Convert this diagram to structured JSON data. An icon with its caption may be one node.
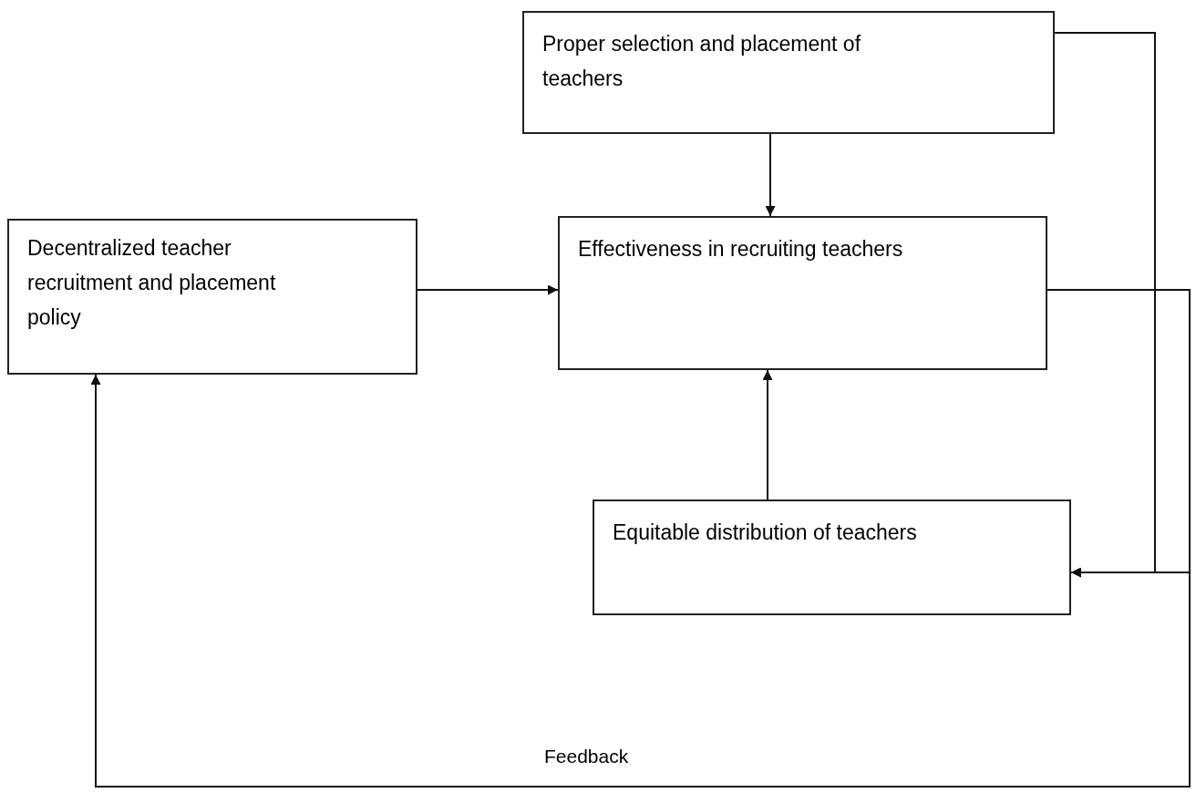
{
  "diagram": {
    "nodes": [
      {
        "text": [
          "Decentralized teacher recruitment and placement policy"
        ]
      },
      {
        "text": [
          "Proper selection and placement of teachers"
        ]
      },
      {
        "text": [
          "Effectiveness in recruiting teachers"
        ]
      },
      {
        "text": [
          "Equitable distribution of teachers"
        ]
      }
    ],
    "edges": [
      {
        "from": 0,
        "to": 2,
        "arrow": "to"
      },
      {
        "from": 1,
        "to": 2,
        "arrow": "to"
      },
      {
        "from": 3,
        "to": 2,
        "arrow": "to"
      },
      {
        "from": 1,
        "to": 3,
        "arrow": "to"
      },
      {
        "from": 2,
        "to": 3,
        "arrow": "to"
      },
      {
        "from": 2,
        "to": 0,
        "arrow": "to",
        "label": "Feedback"
      }
    ]
  }
}
